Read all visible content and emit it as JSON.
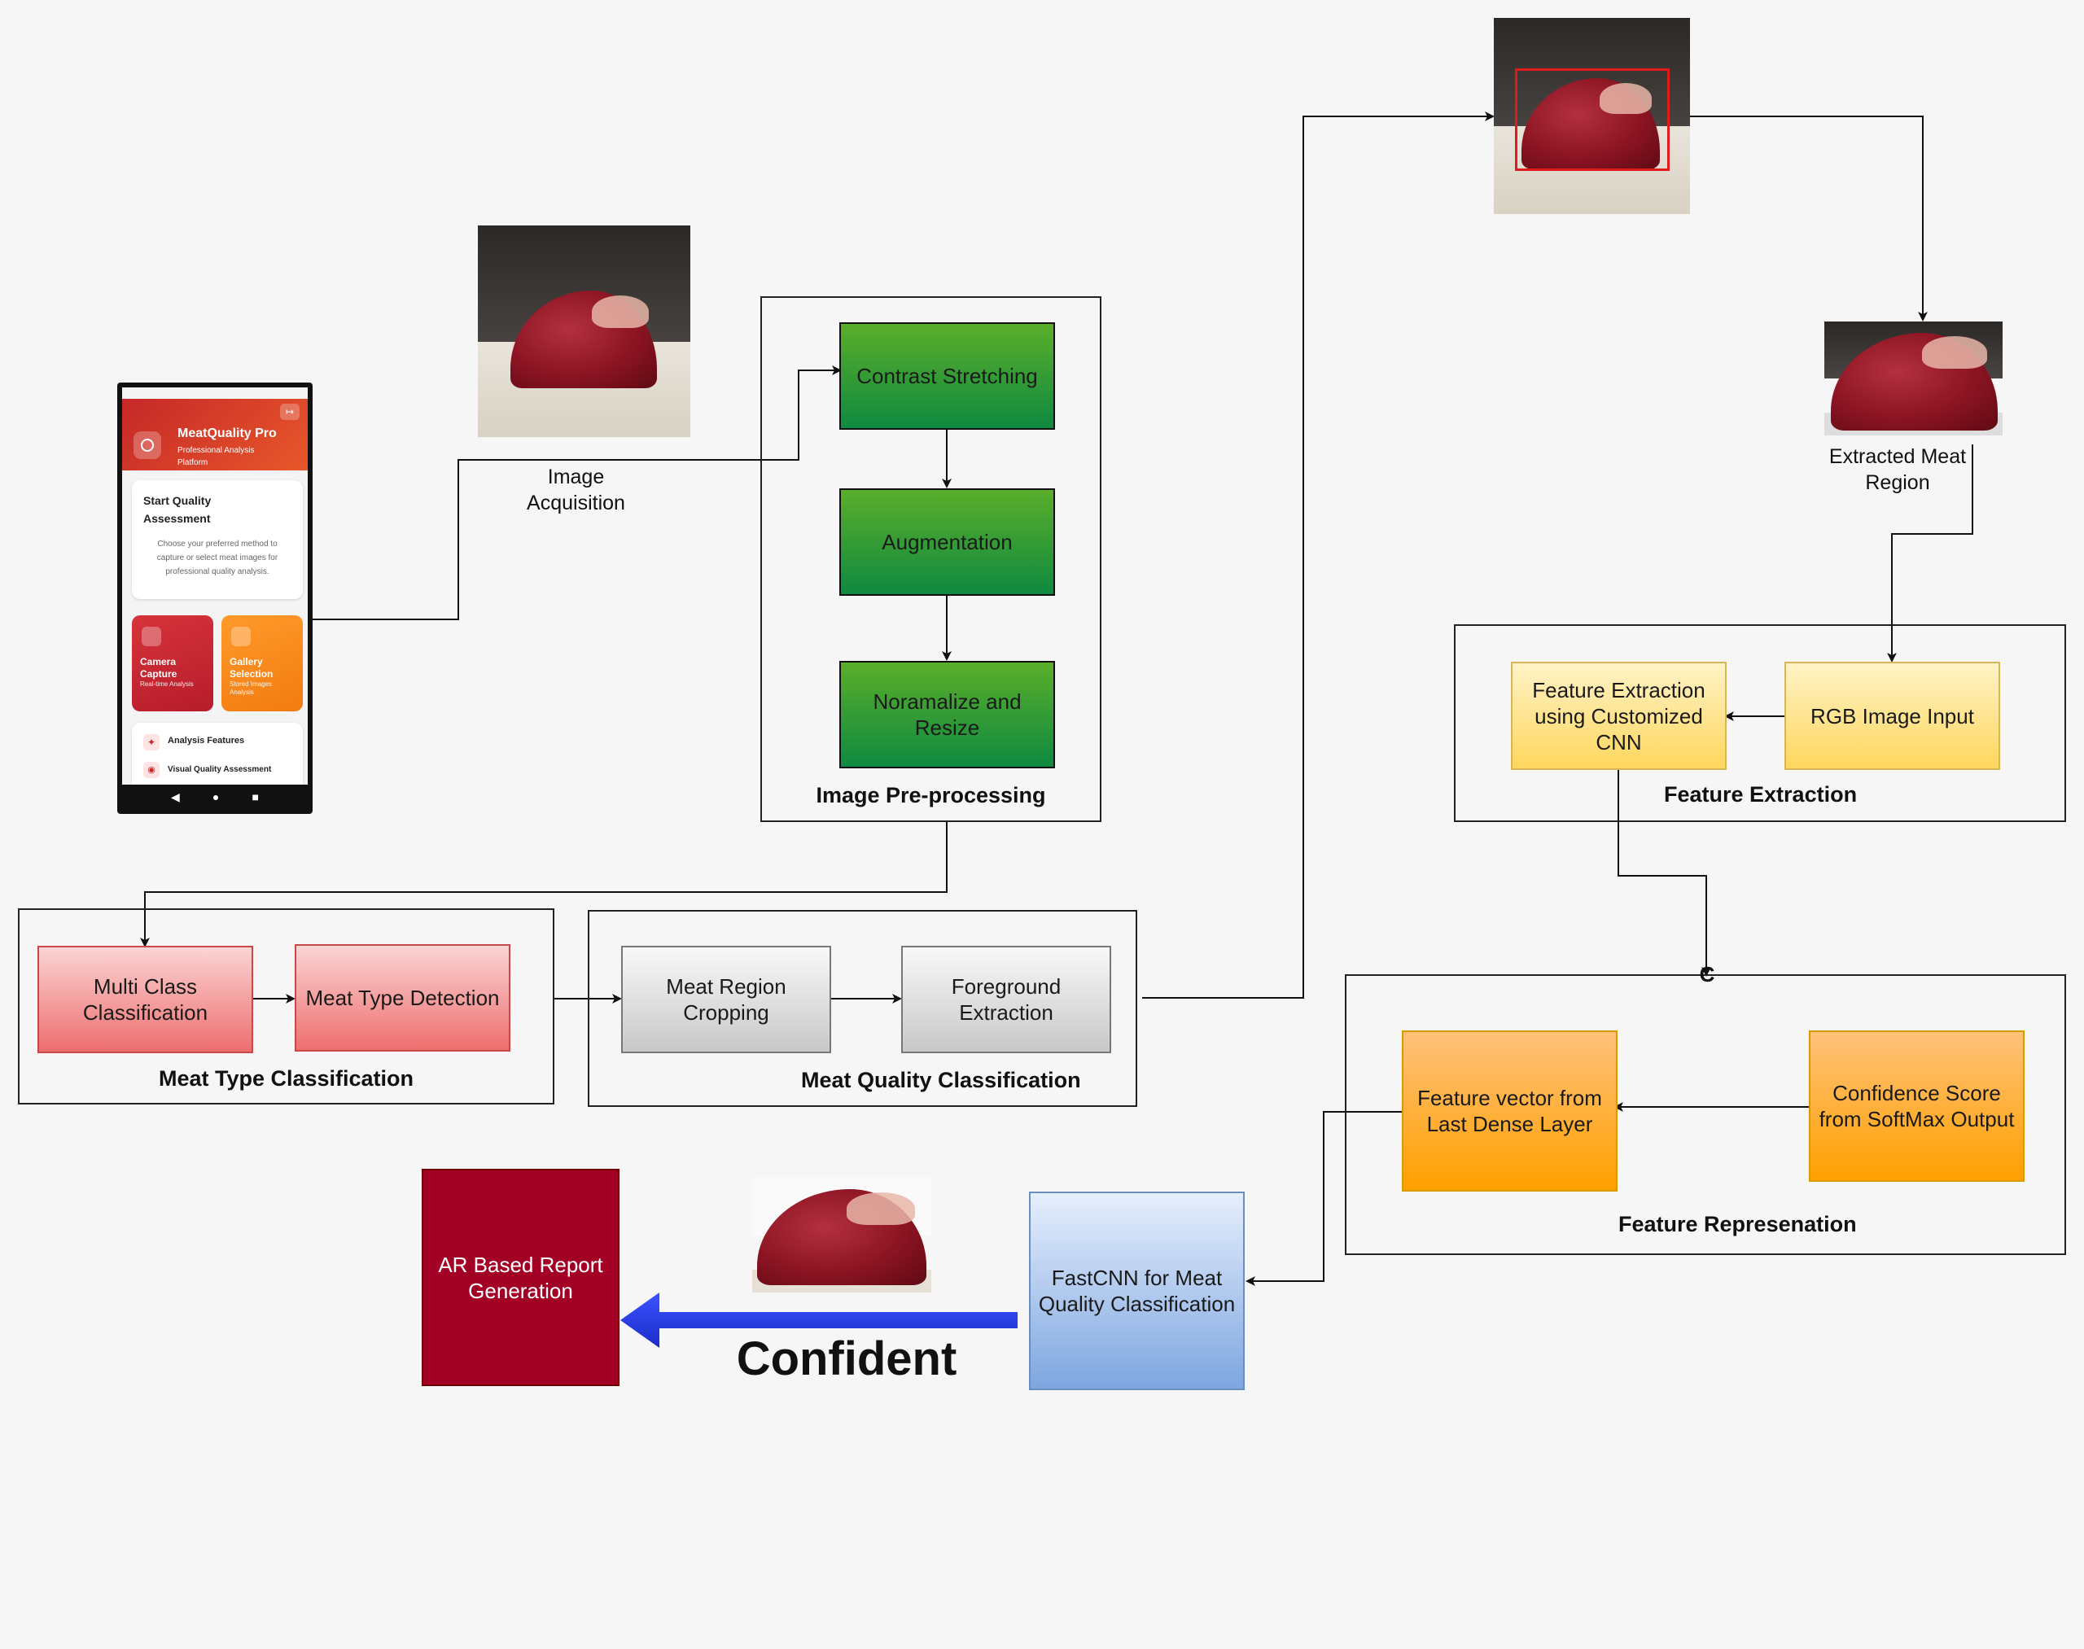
{
  "phone": {
    "app_title": "MeatQuality Pro",
    "app_subtitle": "Professional Analysis Platform",
    "card_title": "Start Quality Assessment",
    "card_text": "Choose your preferred method to capture or select meat images for professional quality analysis.",
    "tile1_title": "Camera Capture",
    "tile1_sub": "Real-time Analysis",
    "tile2_title": "Gallery Selection",
    "tile2_sub": "Stored Images Analysis",
    "features_title": "Analysis Features",
    "feature1": "Visual Quality Assessment",
    "nav": [
      "◀",
      "●",
      "■"
    ]
  },
  "labels": {
    "image_acquisition": "Image Acquisition",
    "extracted_meat_region": "Extracted Meat Region"
  },
  "preprocessing": {
    "title": "Image Pre-processing",
    "step1": "Contrast Stretching",
    "step2": "Augmentation",
    "step3": "Noramalize and Resize"
  },
  "meat_type": {
    "title": "Meat Type Classification",
    "step1": "Multi Class Classification",
    "step2": "Meat Type Detection"
  },
  "meat_quality": {
    "title": "Meat Quality Classification",
    "step1": "Meat Region Cropping",
    "step2": "Foreground Extraction"
  },
  "feature_extraction": {
    "title": "Feature Extraction",
    "step1": "Feature Extraction using Customized CNN",
    "step2": "RGB Image Input"
  },
  "feature_representation": {
    "title": "Feature Represenation",
    "step1": "Feature vector from Last Dense Layer",
    "step2": "Confidence Score from SoftMax Output",
    "junction_label": "C"
  },
  "fastcnn": "FastCNN for Meat Quality Classification",
  "ar_report": "AR Based Report Generation",
  "confident_label": "Confident",
  "colors": {
    "green": "#0f8a40",
    "pink": "#ee6e6e",
    "gray": "#c8c8c8",
    "yellow": "#ffd75e",
    "orange": "#ffa000",
    "blue": "#7ea6e0",
    "darkred": "#a20025",
    "arrow_blue": "#2c3de0"
  }
}
